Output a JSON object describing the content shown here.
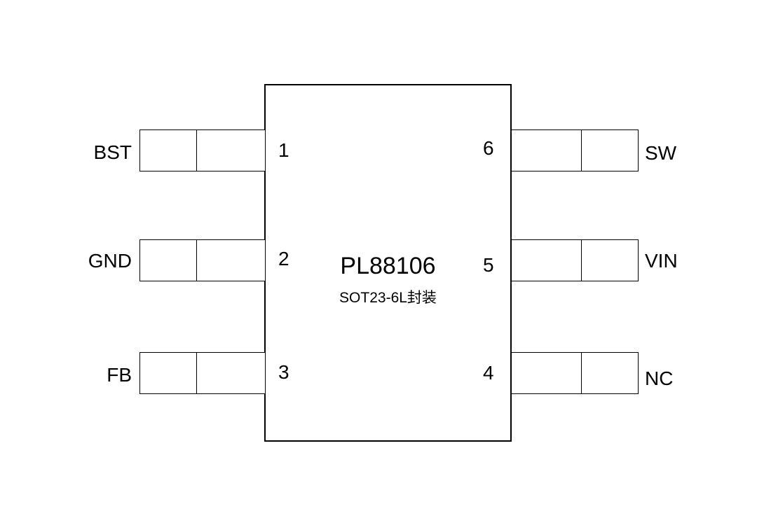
{
  "chip": {
    "part_number": "PL88106",
    "package": "SOT23-6L封装"
  },
  "pins": {
    "left": [
      {
        "number": "1",
        "name": "BST"
      },
      {
        "number": "2",
        "name": "GND"
      },
      {
        "number": "3",
        "name": "FB"
      }
    ],
    "right": [
      {
        "number": "6",
        "name": "SW"
      },
      {
        "number": "5",
        "name": "VIN"
      },
      {
        "number": "4",
        "name": "NC"
      }
    ]
  }
}
